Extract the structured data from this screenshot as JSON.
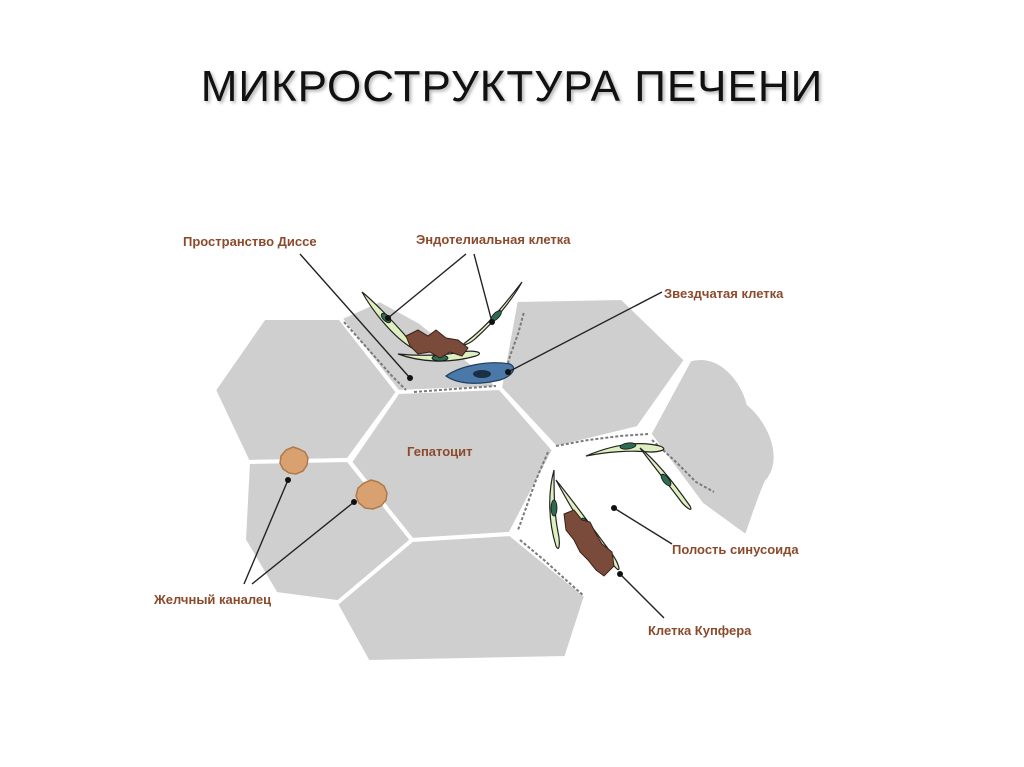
{
  "title": "МИКРОСТРУКТУРА ПЕЧЕНИ",
  "labels": {
    "space_of_disse": "Пространство Диссе",
    "endothelial_cell": "Эндотелиальная клетка",
    "stellate_cell": "Звездчатая клетка",
    "hepatocyte": "Гепатоцит",
    "sinusoid_lumen": "Полость синусоида",
    "bile_canaliculus": "Желчный каналец",
    "kupffer_cell": "Клетка Купфера"
  },
  "colors": {
    "hepatocyte_fill": "#cfcfcf",
    "label_text": "#8b4a2c",
    "endothelial_cell": "#dff0c0",
    "kupffer_cell": "#7a4a3a",
    "stellate_cell": "#4a78a8",
    "bile_canaliculus": "#d9a070"
  }
}
